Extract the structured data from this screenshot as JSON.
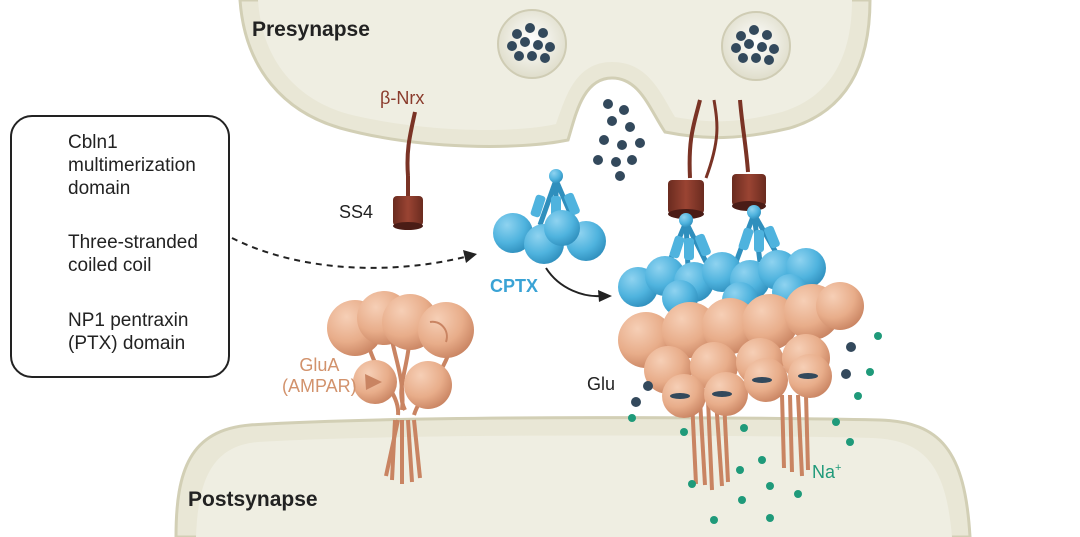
{
  "regions": {
    "presynapse": "Presynapse",
    "postsynapse": "Postsynapse"
  },
  "molecules": {
    "nrx": "β-Nrx",
    "ss4": "SS4",
    "cptx": "CPTX",
    "glua_line1": "GluA",
    "glua_line2": "(AMPAR)",
    "glu": "Glu",
    "na": "Na",
    "na_charge": "+"
  },
  "legend": {
    "items": [
      {
        "icon": "cbln1-icon",
        "lines": [
          "Cbln1",
          "multimerization",
          "domain"
        ]
      },
      {
        "icon": "coiled-coil-icon",
        "lines": [
          "Three-stranded",
          "coiled coil"
        ]
      },
      {
        "icon": "pentraxin-icon",
        "lines": [
          "NP1 pentraxin",
          "(PTX) domain"
        ]
      }
    ]
  },
  "colors": {
    "membrane": "#e9e7d6",
    "membrane_edge": "#d2cfb5",
    "cyto": "#efeee2",
    "blue": "#4fb3de",
    "blue_dark": "#2f8fbd",
    "ampa": "#e8ad8a",
    "ampa_dark": "#c98462",
    "ss4": "#8a3b2c",
    "ss4_dark": "#4a1c16",
    "nrx": "#7a3325",
    "glu_dot": "#33495c",
    "na_dot": "#1f9a7a",
    "nrx_text": "#8a3b2c",
    "cptx_text": "#3aa3d5",
    "glua_text": "#d2926c",
    "na_text": "#1f9a7a"
  }
}
